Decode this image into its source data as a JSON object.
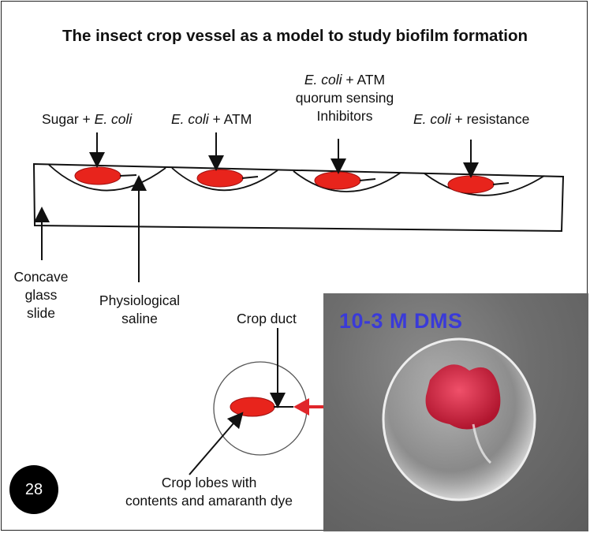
{
  "title": "The insect crop vessel as a model to study biofilm formation",
  "wells": [
    {
      "label_parts": [
        {
          "text": "Sugar + ",
          "italic": false
        },
        {
          "text": "E. coli",
          "italic": true
        }
      ]
    },
    {
      "label_parts": [
        {
          "text": "E. coli",
          "italic": true
        },
        {
          "text": " + ATM",
          "italic": false
        }
      ]
    },
    {
      "label_parts": [
        {
          "text": "E. coli",
          "italic": true
        },
        {
          "text": " + ATM",
          "italic": false
        }
      ],
      "line2": "quorum sensing",
      "line3": "Inhibitors"
    },
    {
      "label_parts": [
        {
          "text": "E. coli",
          "italic": true
        },
        {
          "text": " + resistance",
          "italic": false
        }
      ]
    }
  ],
  "slide_label": [
    "Concave",
    "glass",
    "slide"
  ],
  "saline_label": [
    "Physiological",
    "saline"
  ],
  "crop_duct_label": "Crop duct",
  "crop_lobes_label": [
    "Crop lobes with",
    "contents and amaranth dye"
  ],
  "photo_label": "10-3 M DMS",
  "badge_number": "28",
  "colors": {
    "crop": "#e8241c",
    "arrow_red": "#e0262a",
    "photo_text": "#3a3ad8"
  }
}
